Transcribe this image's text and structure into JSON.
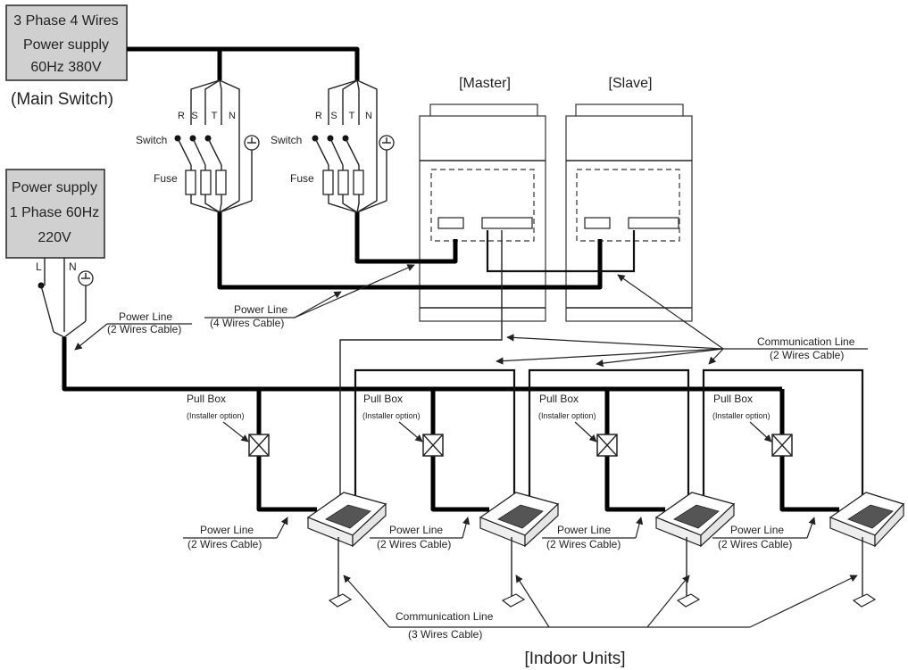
{
  "supply3": {
    "line1": "3 Phase 4 Wires",
    "line2": "Power supply",
    "line3": "60Hz 380V",
    "caption": "(Main Switch)"
  },
  "supply1": {
    "line1": "Power supply",
    "line2": "1 Phase 60Hz",
    "line3": "220V",
    "terminal_l": "L",
    "terminal_n": "N"
  },
  "switchboard": {
    "phases": [
      "R",
      "S",
      "T",
      "N"
    ],
    "switch_label": "Switch",
    "fuse_label": "Fuse"
  },
  "outdoor": {
    "master": "[Master]",
    "slave": "[Slave]"
  },
  "labels": {
    "power_line": "Power Line",
    "cable_4": "(4 Wires Cable)",
    "cable_2": "(2 Wires Cable)",
    "comm_line": "Communication Line",
    "comm_2": "(2 Wires Cable)",
    "comm_3": "(3 Wires Cable)",
    "pull_box": "Pull Box",
    "installer_option": "(Installer option)",
    "indoor_units": "[Indoor Units]"
  }
}
